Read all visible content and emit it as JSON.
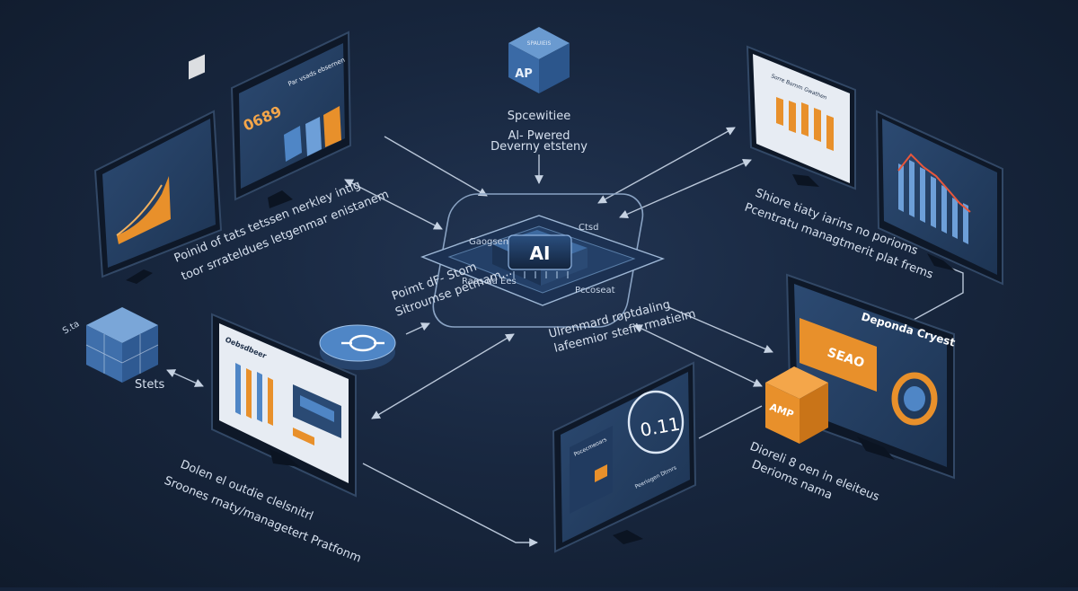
{
  "colors": {
    "background": "#18273f",
    "accent_orange": "#e8902b",
    "accent_blue": "#4f86c6",
    "line": "#b9c6d8"
  },
  "hub": {
    "chip_label": "AI",
    "tag_top_left": "Gaogsen",
    "tag_top_right": "Ctsd",
    "tag_bottom_left": "Raos da Ees",
    "tag_bottom_right": "Pccoseat",
    "caption_line1": "Ulrenmard roptdaling",
    "caption_line2": "lafeemior stefit rmatieim"
  },
  "top_cube": {
    "face_text": "AP",
    "top_text": "SPAUIEIS",
    "label": "Spcewitiee",
    "title_line1": "Al- Pwered",
    "title_line2": "Deverny etsteny"
  },
  "left_cube": {
    "label": "Stets",
    "side_label": "S.ta"
  },
  "pill": {
    "label_line1": "Poimt dF- Stom",
    "label_line2": "Sitroumse petmam..."
  },
  "screens": {
    "top_left_monitor": {
      "header": "Par vsads ebsernen",
      "stat": "0689"
    },
    "top_left_caption": {
      "line1": "Poinid of tats tetssen nerkley intig",
      "line2": "toor srrateldues letgenmar enistanem"
    },
    "bottom_left_monitor": {
      "header": "Oebsdbeer"
    },
    "bottom_left_caption": {
      "line1": "Dolen el outdie clelsnitrl",
      "line2": "Sroones rnaty/managetert Pratfonm"
    },
    "bottom_center_monitor": {
      "readout": "0.11",
      "card_title": "Pocecmeoars",
      "card_caption": "Peeriogen Dtrnrs"
    },
    "top_right_monitor": {
      "header": "Sorre Bornm Gwathen"
    },
    "top_right_caption": {
      "line1": "Shiore tiaty iarins no porioms",
      "line2": "Pcentratu managtmerit plat frems"
    },
    "bottom_right_monitor": {
      "header": "Deponda Cryest",
      "stat": "SEAO"
    },
    "amp_box": {
      "label": "AMP"
    },
    "bottom_right_caption": {
      "line1": "Dioreli 8 oen in eleiteus",
      "line2": "Derioms nama"
    }
  }
}
